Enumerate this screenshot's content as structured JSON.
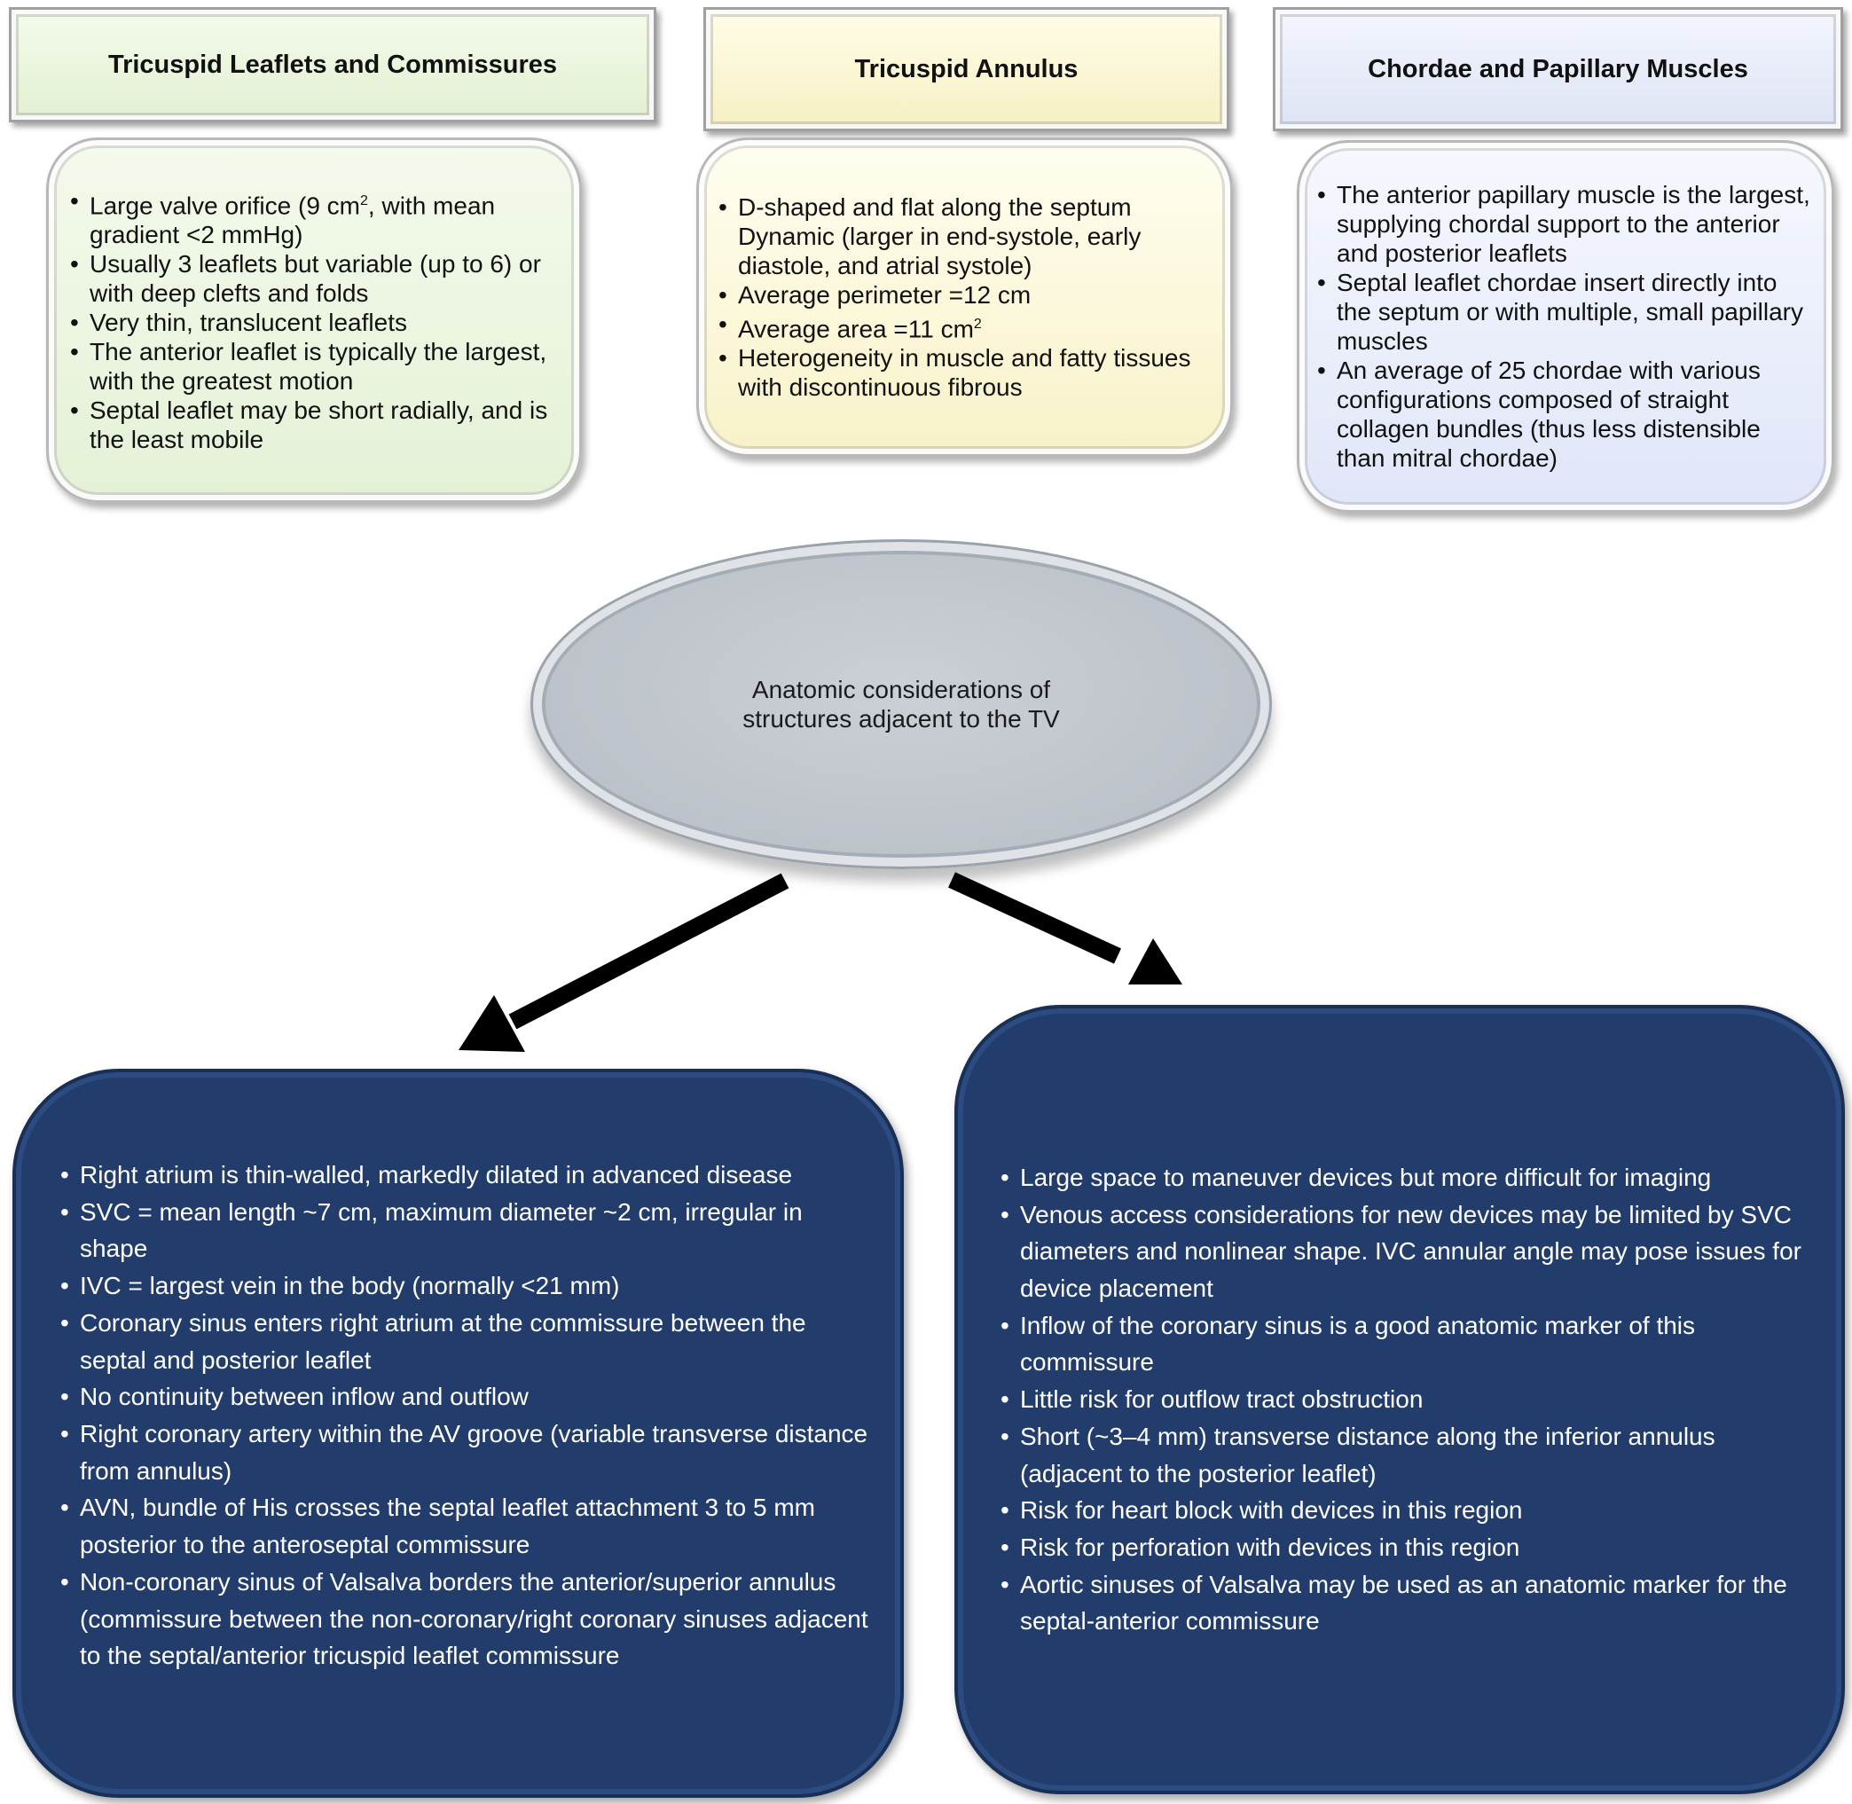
{
  "headers": {
    "leaflets": "Tricuspid Leaflets and Commissures",
    "annulus": "Tricuspid Annulus",
    "chordae": "Chordae and Papillary Muscles"
  },
  "leaflets_items": [
    {
      "text": "Large valve orifice (9 cm",
      "sup": "2",
      "tail": ", with mean gradient <2 mmHg)"
    },
    {
      "text": "Usually 3 leaflets but variable (up to 6) or with deep clefts and folds"
    },
    {
      "text": "Very thin, translucent leaflets"
    },
    {
      "text": "The anterior leaflet is typically the largest, with the greatest motion"
    },
    {
      "text": "Septal leaflet may be short radially, and is the least mobile"
    }
  ],
  "annulus_items": [
    {
      "text": "D-shaped and flat along the septum Dynamic (larger in end-systole, early diastole, and atrial systole)"
    },
    {
      "text": "Average perimeter =12 cm"
    },
    {
      "text": "Average area =11 cm",
      "sup": "2"
    },
    {
      "text": "Heterogeneity in muscle and fatty tissues with discontinuous fibrous"
    }
  ],
  "chordae_items": [
    {
      "text": "The anterior papillary muscle is the largest, supplying chordal support to the anterior and posterior leaflets"
    },
    {
      "text": "Septal leaflet chordae insert directly into the septum or with multiple, small papillary muscles"
    },
    {
      "text": "An average of 25 chordae with various configurations composed of straight collagen bundles (thus less distensible than mitral chordae)"
    }
  ],
  "center": {
    "label": "Anatomic considerations of structures adjacent to the TV"
  },
  "left_items": [
    {
      "text": "Right atrium is thin-walled, markedly dilated in advanced disease"
    },
    {
      "text": "SVC = mean length ~7 cm, maximum diameter ~2 cm, irregular in shape"
    },
    {
      "text": "IVC = largest vein in the body (normally <21 mm)"
    },
    {
      "text": "Coronary sinus enters right atrium at the commissure between the septal and posterior leaflet"
    },
    {
      "text": "No continuity between inflow and outflow"
    },
    {
      "text": "Right coronary artery within the AV groove (variable transverse distance from annulus)"
    },
    {
      "text": "AVN, bundle of His crosses the septal leaflet attachment 3 to 5 mm posterior to the anteroseptal commissure"
    },
    {
      "text": "Non-coronary sinus of Valsalva borders the anterior/superior annulus (commissure between the non-coronary/right coronary sinuses adjacent to the septal/anterior tricuspid leaflet commissure"
    }
  ],
  "right_items": [
    {
      "text": "Large space to maneuver devices but more difficult for imaging"
    },
    {
      "text": "Venous access considerations for new devices may be limited by SVC diameters and nonlinear shape. IVC annular angle may pose issues for device placement"
    },
    {
      "text": "Inflow of the coronary sinus is a good anatomic marker of this commissure"
    },
    {
      "text": "Little risk for outflow tract obstruction"
    },
    {
      "text": "Short (~3–4 mm) transverse distance along the inferior annulus (adjacent to the posterior leaflet)"
    },
    {
      "text": "Risk for heart block with devices in this region"
    },
    {
      "text": "Risk for perforation with devices in this region"
    },
    {
      "text": "Aortic sinuses of Valsalva may be used as an anatomic marker for the septal-anterior commissure"
    }
  ],
  "colors": {
    "green_box": "#e4f1d6",
    "yellow_box": "#f8f2c8",
    "blue_light_box": "#e0e6f8",
    "navy_box": "#223d6b",
    "ellipse": "#bcc2c9",
    "arrow": "#000000"
  }
}
